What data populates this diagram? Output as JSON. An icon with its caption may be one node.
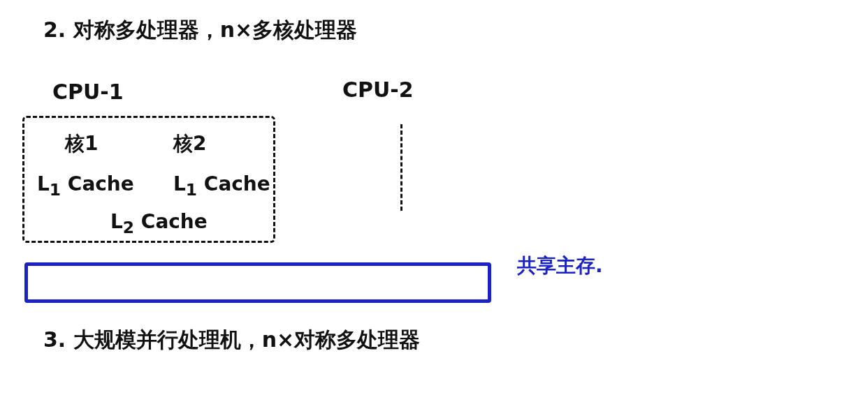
{
  "diagram": {
    "title": "2. 对称多处理器，n×多核处理器",
    "nodes": [
      {
        "text": [
          "CPU-1",
          "核1",
          "核2",
          "L$_{1}$ Cache",
          "L$_{1}$ Cache",
          "L$_{2}$ Cache"
        ]
      },
      {
        "text": [
          "CPU-2"
        ]
      },
      {
        "text": [],
        "shape": "bar",
        "beside": [
          "共享主存."
        ]
      }
    ],
    "labels": [
      "3. 大规模并行处理机，n×对称多处理器"
    ]
  }
}
